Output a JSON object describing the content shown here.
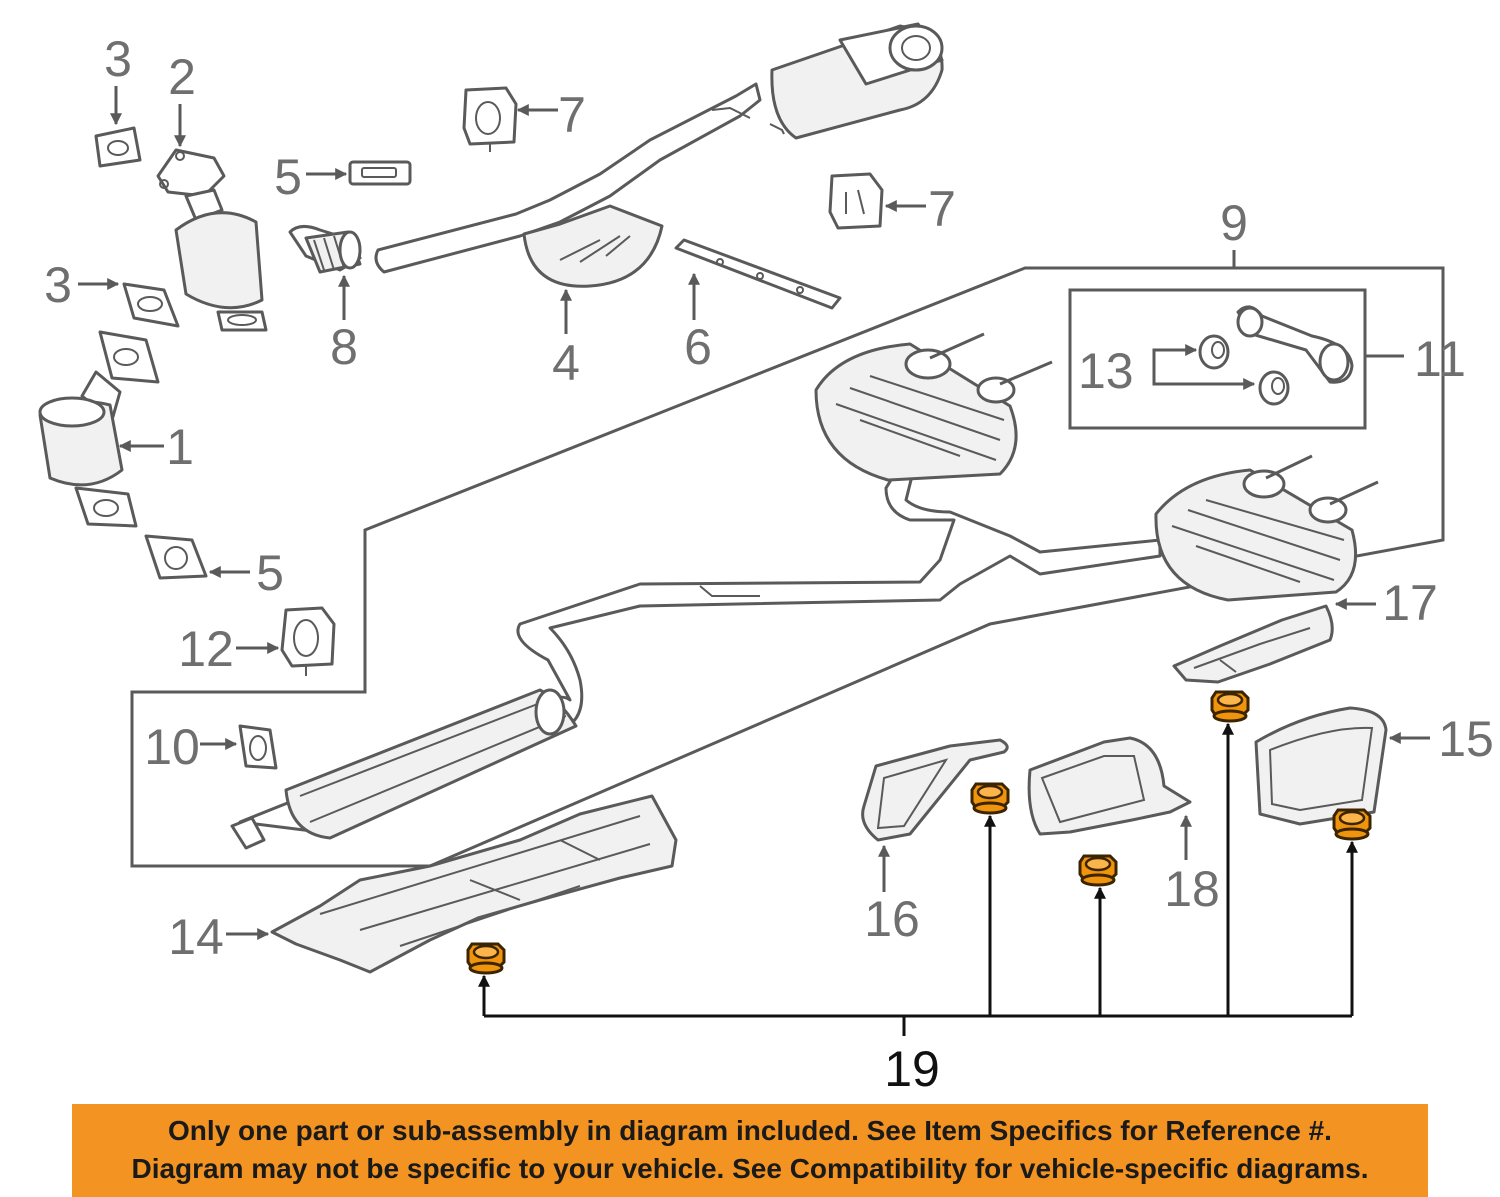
{
  "callouts": {
    "c1": "1",
    "c2": "2",
    "c3a": "3",
    "c3b": "3",
    "c4": "4",
    "c5a": "5",
    "c5b": "5",
    "c6": "6",
    "c7a": "7",
    "c7b": "7",
    "c8": "8",
    "c9": "9",
    "c10": "10",
    "c11": "11",
    "c12": "12",
    "c13": "13",
    "c14": "14",
    "c15": "15",
    "c16": "16",
    "c17": "17",
    "c18": "18",
    "c19": "19"
  },
  "banner": {
    "line1": "Only one part or sub-assembly in diagram included. See Item Specifics for Reference #.",
    "line2": "Diagram may not be specific to your vehicle. See Compatibility for vehicle-specific diagrams."
  },
  "colors": {
    "banner_bg": "#f39322",
    "highlight_part": "#f0930d",
    "line_art": "#5a5a5a",
    "callout_text": "#6f6f6f"
  },
  "highlighted_part": "19"
}
